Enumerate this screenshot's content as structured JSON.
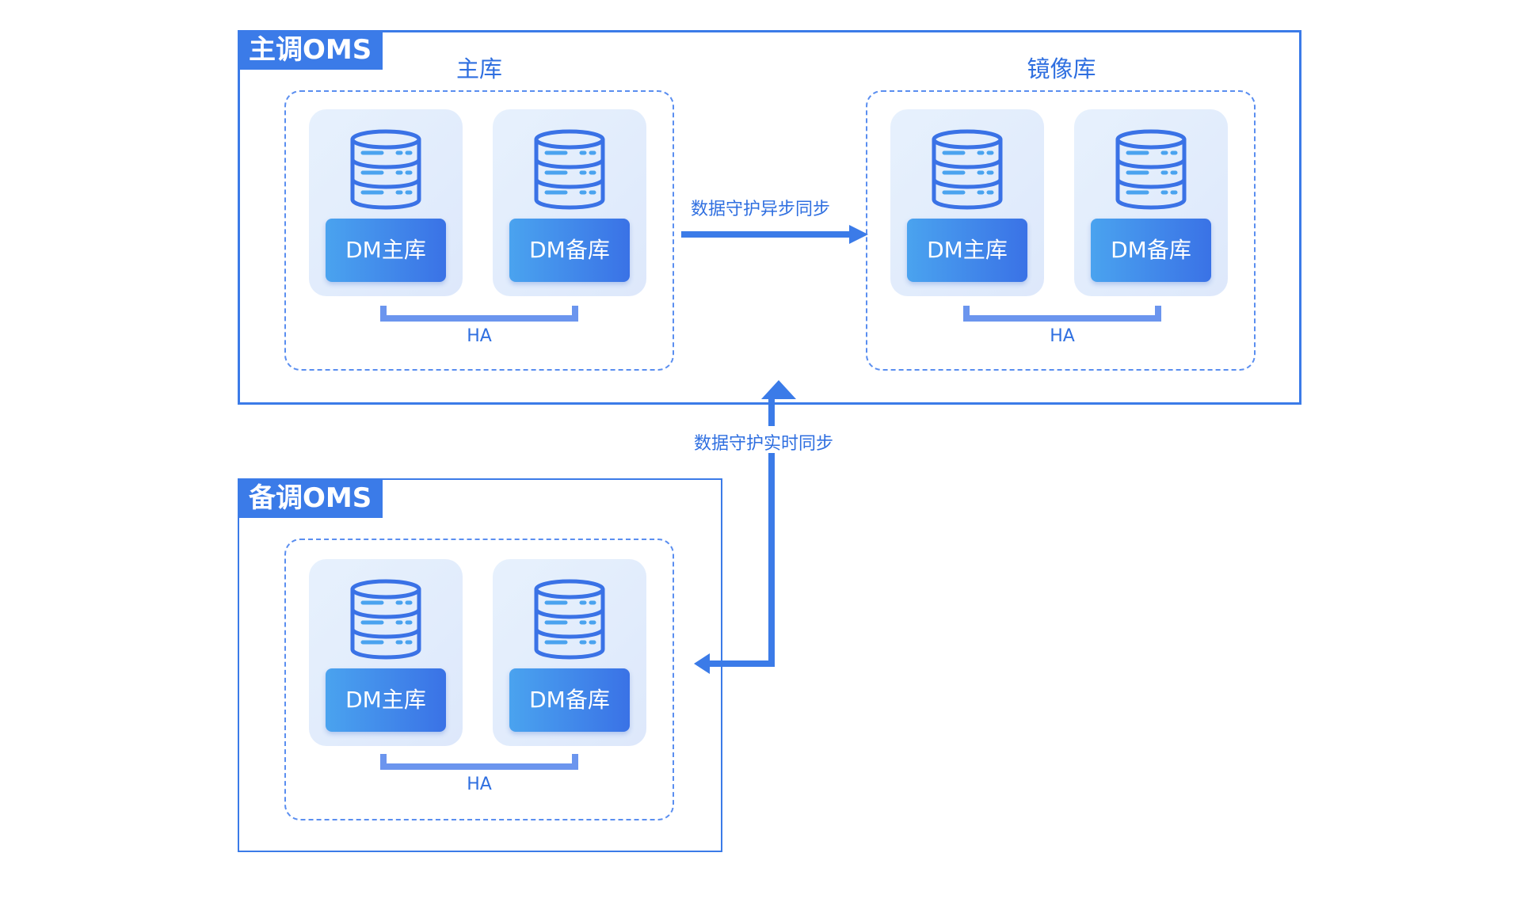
{
  "primary_oms": {
    "title": "主调OMS",
    "main_group": {
      "title": "主库",
      "cards": [
        {
          "label": "DM主库",
          "icon": "database-icon"
        },
        {
          "label": "DM备库",
          "icon": "database-icon"
        }
      ],
      "ha_label": "HA"
    },
    "mirror_group": {
      "title": "镜像库",
      "cards": [
        {
          "label": "DM主库",
          "icon": "database-icon"
        },
        {
          "label": "DM备库",
          "icon": "database-icon"
        }
      ],
      "ha_label": "HA"
    }
  },
  "standby_oms": {
    "title": "备调OMS",
    "group": {
      "cards": [
        {
          "label": "DM主库",
          "icon": "database-icon"
        },
        {
          "label": "DM备库",
          "icon": "database-icon"
        }
      ],
      "ha_label": "HA"
    }
  },
  "flows": {
    "async_sync": "数据守护异步同步",
    "realtime_sync": "数据守护实时同步"
  },
  "colors": {
    "accent": "#3b7be8",
    "text": "#2f6fe0",
    "card_bg": "#e3edfc",
    "bracket": "#6b95ee"
  }
}
